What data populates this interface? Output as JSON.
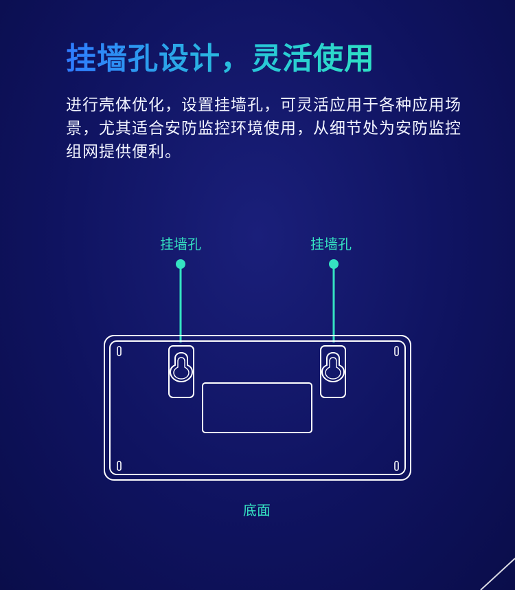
{
  "header": {
    "title": "挂墙孔设计，灵活使用",
    "description": "进行壳体优化，设置挂墙孔，可灵活应用于各种应用场景，尤其适合安防监控环境使用，从细节处为安防监控组网提供便利。"
  },
  "diagram": {
    "callout_left": "挂墙孔",
    "callout_right": "挂墙孔",
    "bottom_label": "底面",
    "colors": {
      "accent": "#35e3c2",
      "outline": "#ffffff"
    }
  }
}
